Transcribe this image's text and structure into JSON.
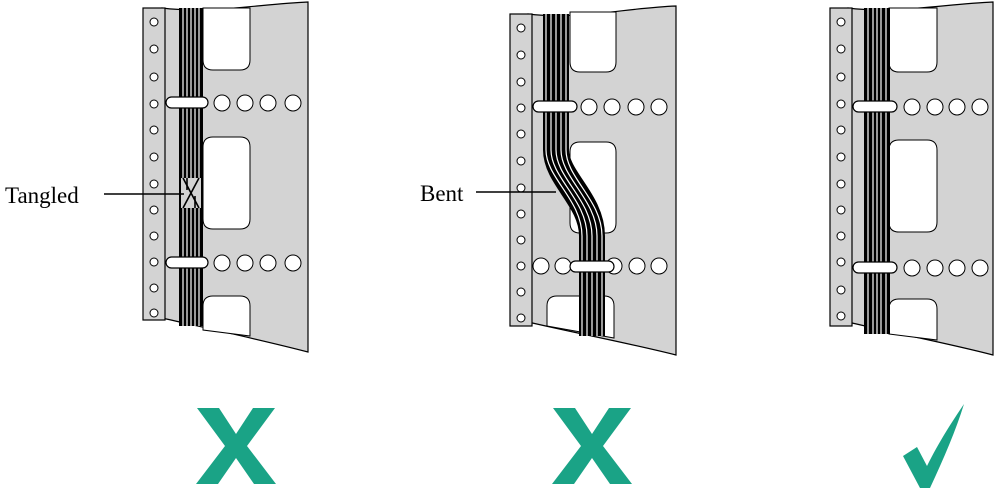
{
  "labels": {
    "tangled": "Tangled",
    "bent": "Bent"
  },
  "panels": [
    {
      "name": "tangled-cabling",
      "verdict": "incorrect"
    },
    {
      "name": "bent-cabling",
      "verdict": "incorrect"
    },
    {
      "name": "straight-cabling",
      "verdict": "correct"
    }
  ],
  "icons": {
    "incorrect": "cross-mark-icon",
    "correct": "check-mark-icon"
  },
  "colors": {
    "rack": "#d3d3d3",
    "outline": "#000000",
    "cable": "#000000",
    "cable_highlight": "#ffffff",
    "mark": "#1aa386"
  }
}
